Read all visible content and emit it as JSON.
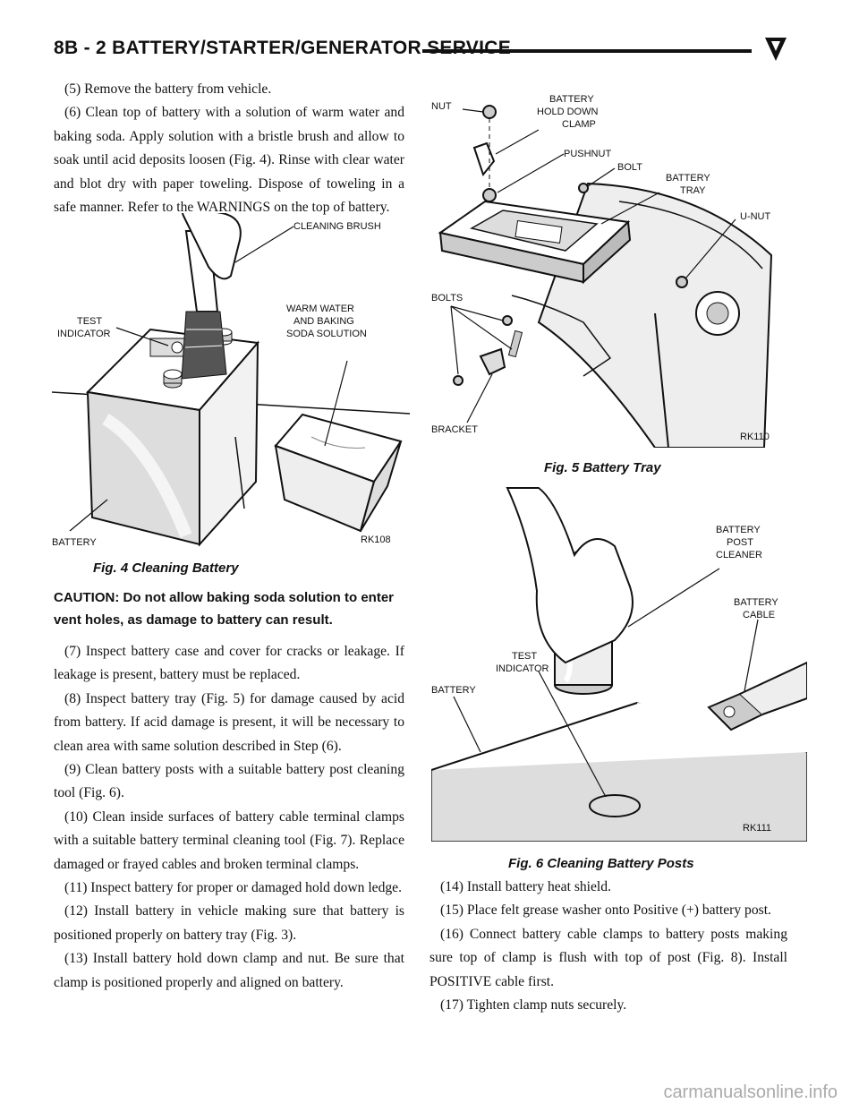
{
  "header": {
    "title": "8B - 2   BATTERY/STARTER/GENERATOR SERVICE"
  },
  "left_intro": [
    "(5) Remove the battery from vehicle.",
    "(6) Clean top of battery with a solution of warm water and baking soda. Apply solution with a bristle brush and allow to soak until acid deposits loosen (Fig. 4). Rinse with clear water and blot dry with paper toweling. Dispose of toweling in a safe manner. Refer to the WARNINGS on the top of battery."
  ],
  "fig4": {
    "caption": "Fig. 4 Cleaning Battery",
    "labels": {
      "brush": "CLEANING BRUSH",
      "test1": "TEST",
      "test2": "INDICATOR",
      "warm1": "WARM WATER",
      "warm2": "AND BAKING",
      "warm3": "SODA SOLUTION",
      "battery": "BATTERY",
      "code": "RK108"
    }
  },
  "caution": "CAUTION: Do not allow baking soda solution to enter vent holes, as damage to battery can result.",
  "left_steps": [
    "(7) Inspect battery case and cover for cracks or leakage. If leakage is present, battery must be replaced.",
    "(8) Inspect battery tray (Fig. 5) for damage caused by acid from battery. If acid damage is present, it will be necessary to clean area with same solution described in Step (6).",
    "(9) Clean battery posts with a suitable battery post cleaning tool (Fig. 6).",
    "(10) Clean inside surfaces of battery cable terminal clamps with a suitable battery terminal cleaning tool (Fig. 7). Replace damaged or frayed cables and broken terminal clamps.",
    "(11) Inspect battery for proper or damaged hold down ledge.",
    "(12) Install battery in vehicle making sure that battery is positioned properly on battery tray (Fig. 3).",
    "(13) Install battery hold down clamp and nut. Be sure that clamp is positioned properly and aligned on battery."
  ],
  "fig5": {
    "caption": "Fig. 5 Battery Tray",
    "labels": {
      "nut": "NUT",
      "hold1": "BATTERY",
      "hold2": "HOLD DOWN",
      "hold3": "CLAMP",
      "pushnut": "PUSHNUT",
      "bolt": "BOLT",
      "tray1": "BATTERY",
      "tray2": "TRAY",
      "unut": "U-NUT",
      "bolts": "BOLTS",
      "bracket": "BRACKET",
      "code": "RK110"
    }
  },
  "fig6": {
    "caption": "Fig. 6 Cleaning Battery Posts",
    "labels": {
      "cl1": "BATTERY",
      "cl2": "POST",
      "cl3": "CLEANER",
      "cab1": "BATTERY",
      "cab2": "CABLE",
      "test1": "TEST",
      "test2": "INDICATOR",
      "battery": "BATTERY",
      "code": "RK111"
    }
  },
  "right_steps": [
    "(14) Install battery heat shield.",
    "(15) Place felt grease washer onto Positive (+) battery post.",
    "(16) Connect battery cable clamps to battery posts making sure top of clamp is flush with top of post (Fig. 8). Install POSITIVE cable first.",
    "(17) Tighten clamp nuts securely."
  ],
  "watermark": "carmanualsonline.info"
}
